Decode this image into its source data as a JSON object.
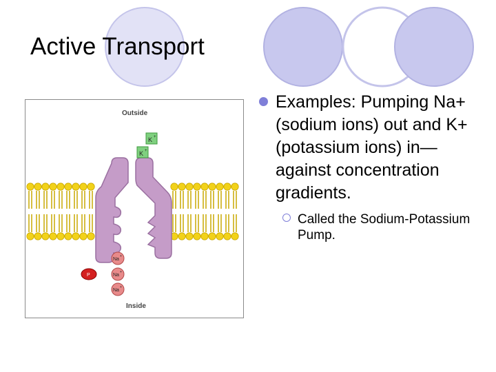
{
  "slide": {
    "title": "Active Transport",
    "accent_color": "#7f7fd8",
    "bullet": "Examples: Pumping Na+ (sodium ions) out and K+ (potassium ions) in—against concentration gradients.",
    "sub_bullet": "Called the Sodium-Potassium Pump."
  },
  "figure": {
    "outside_label": "Outside",
    "inside_label": "Inside",
    "potassium_ion_label": "K",
    "sodium_ion_label": "Na",
    "phosphate_label": "P",
    "ion_charge": "+",
    "colors": {
      "lipid_head": "#f2d21a",
      "pump_protein": "#c59cc8",
      "potassium_ion": "#7fd07f",
      "sodium_ion": "#e88a8a",
      "phosphate": "#d42020"
    }
  }
}
